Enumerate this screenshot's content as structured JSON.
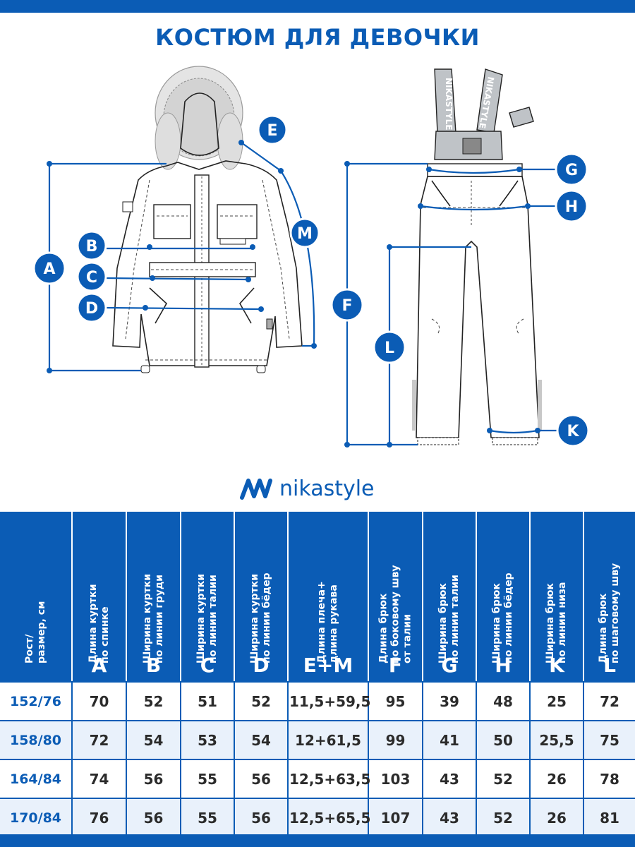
{
  "title": "КОСТЮМ ДЛЯ ДЕВОЧКИ",
  "brand": {
    "name": "nikastyle",
    "color": "#0b5cb5"
  },
  "diagram_labels": {
    "A": "A",
    "B": "B",
    "C": "C",
    "D": "D",
    "E": "E",
    "M": "M",
    "F": "F",
    "G": "G",
    "H": "H",
    "L": "L",
    "K": "K"
  },
  "strap_text": "NIKASTYLE",
  "table": {
    "headers": [
      {
        "label": "Рост/\nразмер, см",
        "letter": ""
      },
      {
        "label": "Длина куртки\nпо спинке",
        "letter": "A"
      },
      {
        "label": "Ширина куртки\nпо линии груди",
        "letter": "B"
      },
      {
        "label": "Ширина куртки\nпо линии талии",
        "letter": "C"
      },
      {
        "label": "Ширина куртки\nпо линии бёдер",
        "letter": "D"
      },
      {
        "label": "Длина плеча+\nдлина рукава",
        "letter": "E+M"
      },
      {
        "label": "Длина брюк\nпо боковому шву\nот талии",
        "letter": "F"
      },
      {
        "label": "Ширина брюк\nпо линии талии",
        "letter": "G"
      },
      {
        "label": "Ширина брюк\nпо линии бёдер",
        "letter": "H"
      },
      {
        "label": "Ширина брюк\nпо линии низа",
        "letter": "K"
      },
      {
        "label": "Длина брюк\nпо шаговому шву",
        "letter": "L"
      }
    ],
    "rows": [
      [
        "152/76",
        "70",
        "52",
        "51",
        "52",
        "11,5+59,5",
        "95",
        "39",
        "48",
        "25",
        "72"
      ],
      [
        "158/80",
        "72",
        "54",
        "53",
        "54",
        "12+61,5",
        "99",
        "41",
        "50",
        "25,5",
        "75"
      ],
      [
        "164/84",
        "74",
        "56",
        "55",
        "56",
        "12,5+63,5",
        "103",
        "43",
        "52",
        "26",
        "78"
      ],
      [
        "170/84",
        "76",
        "56",
        "55",
        "56",
        "12,5+65,5",
        "107",
        "43",
        "52",
        "26",
        "81"
      ]
    ]
  }
}
